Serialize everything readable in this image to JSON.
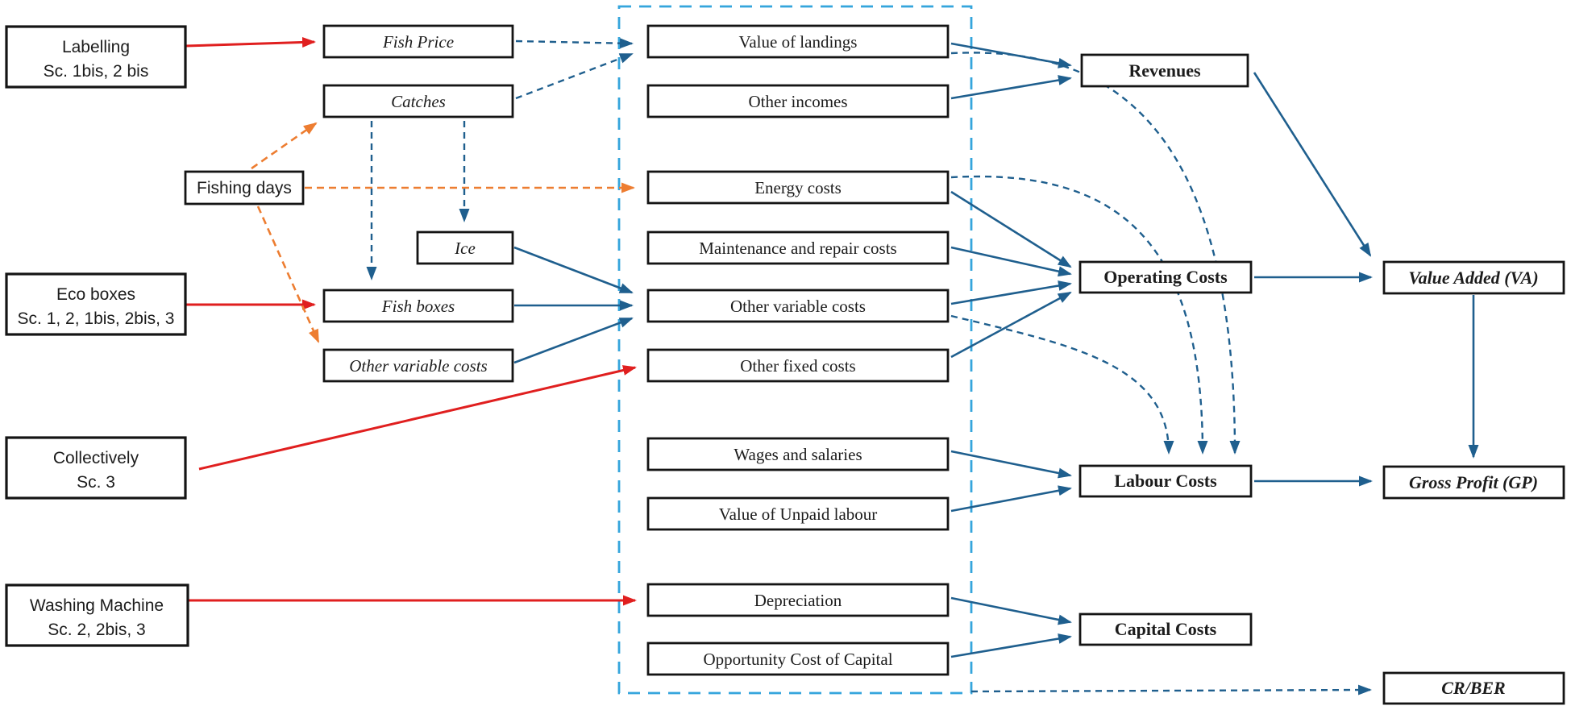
{
  "diagram": {
    "scenarios": {
      "labelling": {
        "line1": "Labelling",
        "line2": "Sc. 1bis, 2 bis"
      },
      "eco_boxes": {
        "line1": "Eco boxes",
        "line2": "Sc. 1, 2, 1bis, 2bis, 3"
      },
      "collectively": {
        "line1": "Collectively",
        "line2": "Sc. 3"
      },
      "washing_machine": {
        "line1": "Washing Machine",
        "line2": "Sc. 2, 2bis, 3"
      }
    },
    "drivers": {
      "fish_price": "Fish Price",
      "catches": "Catches",
      "fishing_days": "Fishing days",
      "ice": "Ice",
      "fish_boxes": "Fish boxes",
      "other_variable_costs": "Other variable costs"
    },
    "accounts": {
      "value_of_landings": "Value of landings",
      "other_incomes": "Other incomes",
      "energy_costs": "Energy costs",
      "maintenance_repair": "Maintenance and repair costs",
      "other_variable_costs": "Other variable costs",
      "other_fixed_costs": "Other fixed costs",
      "wages_salaries": "Wages and salaries",
      "unpaid_labour": "Value of Unpaid labour",
      "depreciation": "Depreciation",
      "opportunity_cost_capital": "Opportunity Cost of Capital"
    },
    "aggregates": {
      "revenues": "Revenues",
      "operating_costs": "Operating Costs",
      "labour_costs": "Labour Costs",
      "capital_costs": "Capital Costs"
    },
    "indicators": {
      "value_added": "Value Added (VA)",
      "gross_profit": "Gross Profit (GP)",
      "cr_ber": "CR/BER"
    },
    "colors": {
      "scenario_arrow": "#e01f1f",
      "effort_arrow": "#ed7d31",
      "flow_arrow": "#1f5f8e",
      "scope_frame": "#35a5dc",
      "box_border": "#141414"
    },
    "edges": [
      {
        "from": "labelling",
        "to": "fish_price",
        "style": "red-solid"
      },
      {
        "from": "eco_boxes",
        "to": "fish_boxes",
        "style": "red-solid"
      },
      {
        "from": "collectively",
        "to": "other_fixed_costs",
        "style": "red-solid"
      },
      {
        "from": "washing_machine",
        "to": "depreciation",
        "style": "red-solid"
      },
      {
        "from": "fishing_days",
        "to": "catches",
        "style": "orange-dashed"
      },
      {
        "from": "fishing_days",
        "to": "energy_costs",
        "style": "orange-dashed"
      },
      {
        "from": "fishing_days",
        "to": "other_variable_costs_driver",
        "style": "orange-dashed"
      },
      {
        "from": "fish_price",
        "to": "value_of_landings",
        "style": "blue-dashed"
      },
      {
        "from": "catches",
        "to": "value_of_landings",
        "style": "blue-dashed"
      },
      {
        "from": "catches",
        "to": "fish_boxes",
        "style": "blue-dashed"
      },
      {
        "from": "catches",
        "to": "ice",
        "style": "blue-dashed"
      },
      {
        "from": "ice",
        "to": "other_variable_costs",
        "style": "blue-solid"
      },
      {
        "from": "fish_boxes",
        "to": "other_variable_costs",
        "style": "blue-solid"
      },
      {
        "from": "other_variable_costs_driver",
        "to": "other_variable_costs",
        "style": "blue-solid"
      },
      {
        "from": "value_of_landings",
        "to": "revenues",
        "style": "blue-solid"
      },
      {
        "from": "other_incomes",
        "to": "revenues",
        "style": "blue-solid"
      },
      {
        "from": "energy_costs",
        "to": "operating_costs",
        "style": "blue-solid"
      },
      {
        "from": "maintenance_repair",
        "to": "operating_costs",
        "style": "blue-solid"
      },
      {
        "from": "other_variable_costs",
        "to": "operating_costs",
        "style": "blue-solid"
      },
      {
        "from": "other_fixed_costs",
        "to": "operating_costs",
        "style": "blue-solid"
      },
      {
        "from": "value_of_landings",
        "to": "labour_costs",
        "style": "blue-dashed"
      },
      {
        "from": "energy_costs",
        "to": "labour_costs",
        "style": "blue-dashed"
      },
      {
        "from": "other_variable_costs",
        "to": "labour_costs",
        "style": "blue-dashed"
      },
      {
        "from": "wages_salaries",
        "to": "labour_costs",
        "style": "blue-solid"
      },
      {
        "from": "unpaid_labour",
        "to": "labour_costs",
        "style": "blue-solid"
      },
      {
        "from": "depreciation",
        "to": "capital_costs",
        "style": "blue-solid"
      },
      {
        "from": "opportunity_cost_capital",
        "to": "capital_costs",
        "style": "blue-solid"
      },
      {
        "from": "revenues",
        "to": "value_added",
        "style": "blue-solid"
      },
      {
        "from": "operating_costs",
        "to": "value_added",
        "style": "blue-solid"
      },
      {
        "from": "value_added",
        "to": "gross_profit",
        "style": "blue-solid"
      },
      {
        "from": "labour_costs",
        "to": "gross_profit",
        "style": "blue-solid"
      },
      {
        "from": "scope_frame",
        "to": "cr_ber",
        "style": "blue-dashed"
      }
    ]
  }
}
